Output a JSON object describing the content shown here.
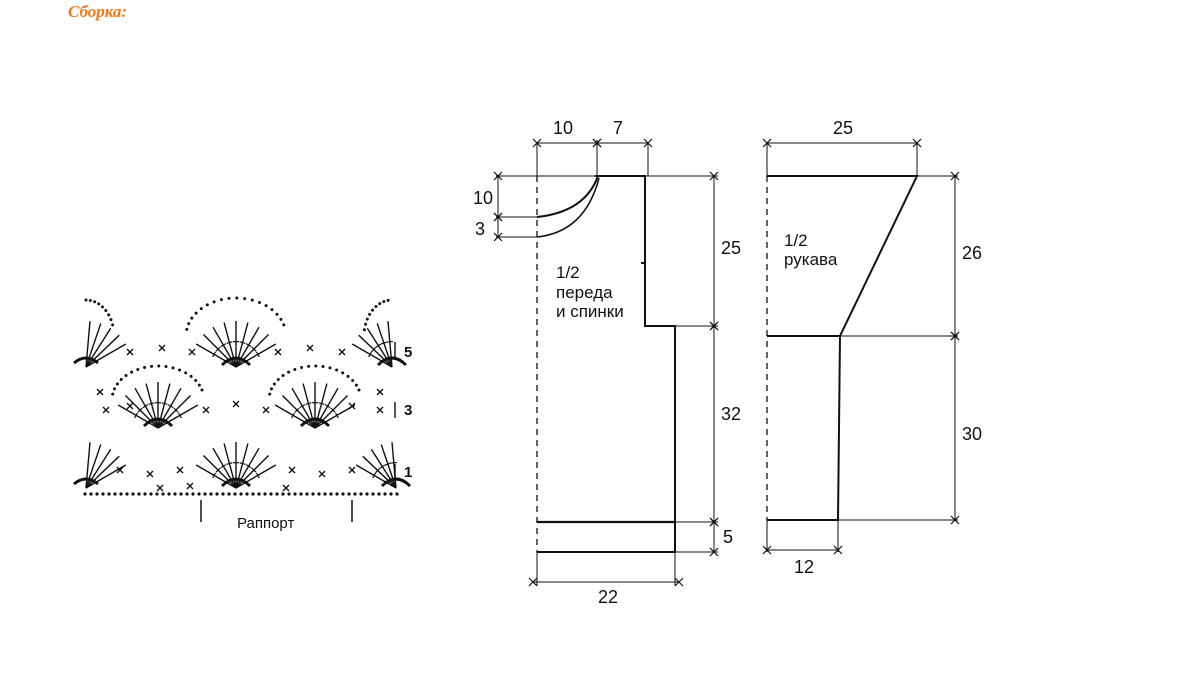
{
  "header": {
    "title": "Сборка:"
  },
  "chart": {
    "row_numbers": [
      "5",
      "3",
      "1"
    ],
    "repeat_label": "Раппорт"
  },
  "body_piece": {
    "label_line1": "1/2",
    "label_line2": "переда",
    "label_line3": "и спинки",
    "dims": {
      "neck_width": "10",
      "shoulder_width": "7",
      "neck_depth": "10",
      "back_neck_depth": "3",
      "armhole_height": "25",
      "side_length": "32",
      "rib_height": "5",
      "bottom_width": "22"
    }
  },
  "sleeve_piece": {
    "label_line1": "1/2",
    "label_line2": "рукава",
    "dims": {
      "top_width": "25",
      "cap_height": "26",
      "sleeve_length": "30",
      "cuff_width": "12"
    }
  }
}
